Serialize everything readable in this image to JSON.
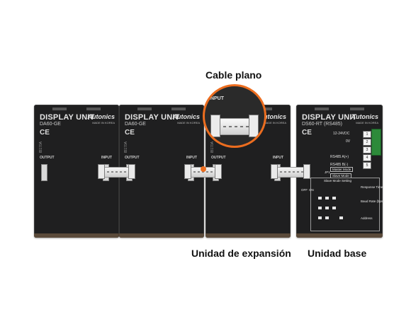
{
  "labels": {
    "flat_cable": "Cable plano",
    "expansion_unit": "Unidad de expansión",
    "base_unit": "Unidad base"
  },
  "expansion_unit": {
    "title": "DISPLAY UNIT",
    "model": "DA60-GE",
    "brand": "Autonics",
    "made": "MADE IN KOREA",
    "ce": "CE",
    "code": "IB170A",
    "output_label": "OUTPUT",
    "input_label": "INPUT"
  },
  "base_unit": {
    "title": "DISPLAY UNIT",
    "model": "DS60-RT (RS485)",
    "brand": "Autonics",
    "made": "MADE IN KOREA",
    "ce": "CE",
    "terminals": [
      {
        "label": "12-24VDC",
        "num": "1"
      },
      {
        "label": "0V",
        "num": "2"
      },
      {
        "label": "",
        "num": "3"
      },
      {
        "label": "RS485 A(+)",
        "num": "4"
      },
      {
        "label": "RS485 B(-)",
        "num": "5"
      }
    ],
    "master_mode": "Master Mode",
    "slave_mode": "Slave Mode",
    "jp1": "JP1",
    "slave_setting": "Slave Mode Setting",
    "off": "OFF",
    "on": "ON",
    "response_time": "Response Time",
    "baud_rate": "Baud Rate (bps)",
    "address": "Address"
  },
  "zoom": {
    "input_label": "INPUT"
  },
  "colors": {
    "accent": "#ec6d1f",
    "unit_body": "#1f1f20"
  }
}
